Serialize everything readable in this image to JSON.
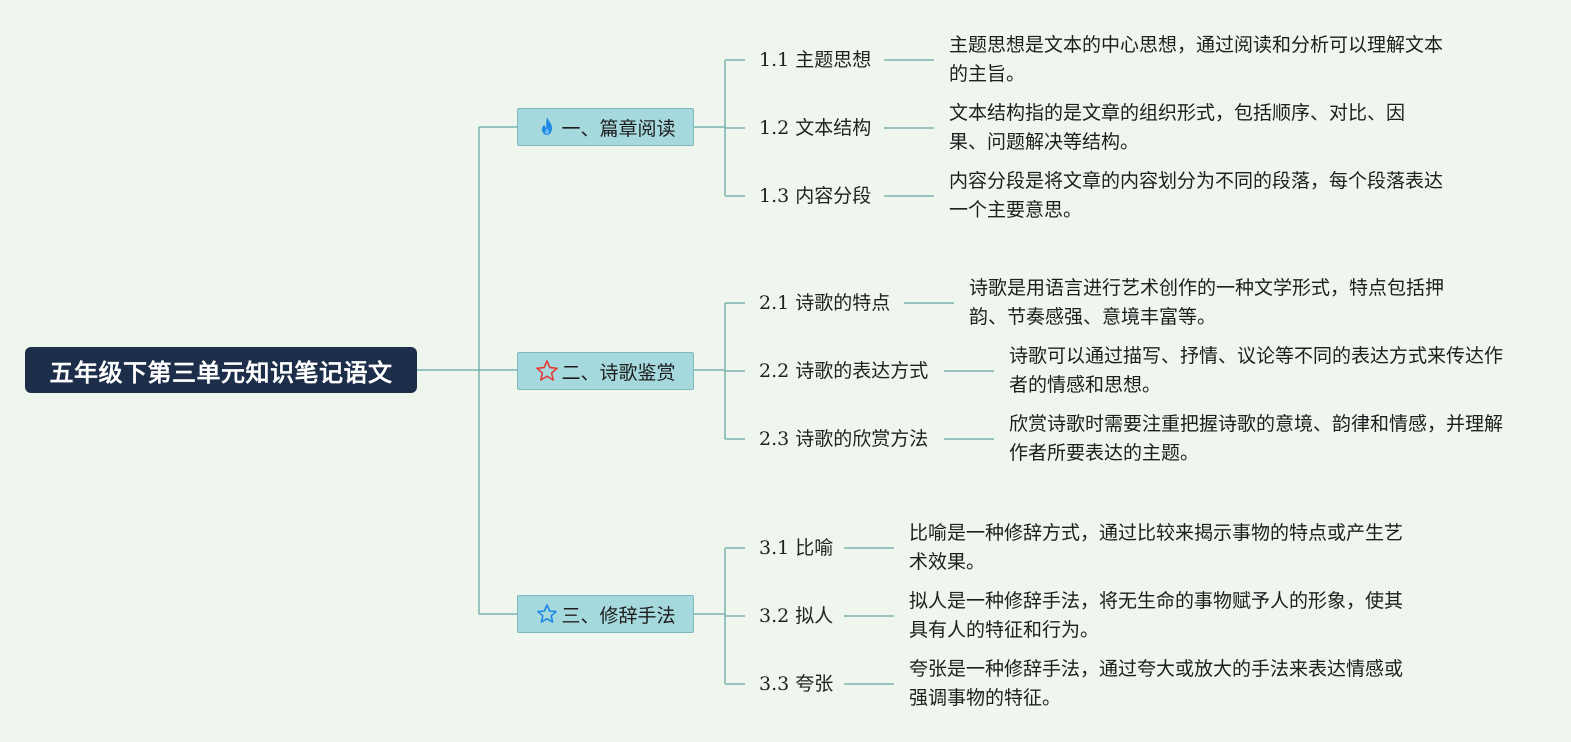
{
  "root": {
    "title": "五年级下第三单元知识笔记语文"
  },
  "branches": [
    {
      "label": "一、篇章阅读",
      "icon": "flame-icon",
      "icon_color": "#1e88e5",
      "items": [
        {
          "title": "1.1 主题思想",
          "desc": "主题思想是文本的中心思想，通过阅读和分析可以理解文本的主旨。"
        },
        {
          "title": "1.2 文本结构",
          "desc": "文本结构指的是文章的组织形式，包括顺序、对比、因果、问题解决等结构。"
        },
        {
          "title": "1.3 内容分段",
          "desc": "内容分段是将文章的内容划分为不同的段落，每个段落表达一个主要意思。"
        }
      ]
    },
    {
      "label": "二、诗歌鉴赏",
      "icon": "star-outline-red-icon",
      "icon_color": "#e53935",
      "items": [
        {
          "title": "2.1 诗歌的特点",
          "desc": "诗歌是用语言进行艺术创作的一种文学形式，特点包括押韵、节奏感强、意境丰富等。"
        },
        {
          "title": "2.2 诗歌的表达方式",
          "desc": "诗歌可以通过描写、抒情、议论等不同的表达方式来传达作者的情感和思想。"
        },
        {
          "title": "2.3 诗歌的欣赏方法",
          "desc": "欣赏诗歌时需要注重把握诗歌的意境、韵律和情感，并理解作者所要表达的主题。"
        }
      ]
    },
    {
      "label": "三、修辞手法",
      "icon": "star-outline-blue-icon",
      "icon_color": "#1e88e5",
      "items": [
        {
          "title": "3.1 比喻",
          "desc": "比喻是一种修辞方式，通过比较来揭示事物的特点或产生艺术效果。"
        },
        {
          "title": "3.2 拟人",
          "desc": "拟人是一种修辞手法，将无生命的事物赋予人的形象，使其具有人的特征和行为。"
        },
        {
          "title": "3.3 夸张",
          "desc": "夸张是一种修辞手法，通过夸大或放大的手法来表达情感或强调事物的特征。"
        }
      ]
    }
  ],
  "colors": {
    "line": "#7ab3ad",
    "root_bg": "#1c2e4a",
    "branch_bg": "#a6d9dd",
    "background": "#eef6ee"
  }
}
